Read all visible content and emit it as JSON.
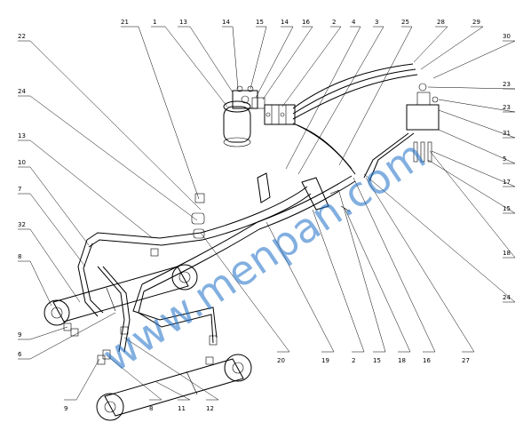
{
  "diagram": {
    "watermark": "www.menpan.com",
    "callouts": [
      {
        "id": "c-top-21",
        "text": "21"
      },
      {
        "id": "c-top-1",
        "text": "1"
      },
      {
        "id": "c-top-13",
        "text": "13"
      },
      {
        "id": "c-top-14a",
        "text": "14"
      },
      {
        "id": "c-top-15",
        "text": "15"
      },
      {
        "id": "c-top-14b",
        "text": "14"
      },
      {
        "id": "c-top-16",
        "text": "16"
      },
      {
        "id": "c-top-2",
        "text": "2"
      },
      {
        "id": "c-top-4",
        "text": "4"
      },
      {
        "id": "c-top-3",
        "text": "3"
      },
      {
        "id": "c-top-25",
        "text": "25"
      },
      {
        "id": "c-top-28",
        "text": "28"
      },
      {
        "id": "c-top-29",
        "text": "29"
      },
      {
        "id": "c-right-30",
        "text": "30"
      },
      {
        "id": "c-right-23a",
        "text": "23"
      },
      {
        "id": "c-right-23b",
        "text": "23"
      },
      {
        "id": "c-right-31",
        "text": "31"
      },
      {
        "id": "c-right-5",
        "text": "5"
      },
      {
        "id": "c-right-17",
        "text": "17"
      },
      {
        "id": "c-right-15",
        "text": "15"
      },
      {
        "id": "c-right-18",
        "text": "18"
      },
      {
        "id": "c-right-24",
        "text": "24"
      },
      {
        "id": "c-left-22",
        "text": "22"
      },
      {
        "id": "c-left-24",
        "text": "24"
      },
      {
        "id": "c-left-13",
        "text": "13"
      },
      {
        "id": "c-left-10",
        "text": "10"
      },
      {
        "id": "c-left-7",
        "text": "7"
      },
      {
        "id": "c-left-32",
        "text": "32"
      },
      {
        "id": "c-left-8",
        "text": "8"
      },
      {
        "id": "c-left-9",
        "text": "9"
      },
      {
        "id": "c-left-6",
        "text": "6"
      },
      {
        "id": "c-bot-9",
        "text": "9"
      },
      {
        "id": "c-bot-8",
        "text": "8"
      },
      {
        "id": "c-bot-11",
        "text": "11"
      },
      {
        "id": "c-bot-12",
        "text": "12"
      },
      {
        "id": "c-bot-20",
        "text": "20"
      },
      {
        "id": "c-bot-19",
        "text": "19"
      },
      {
        "id": "c-bot-2",
        "text": "2"
      },
      {
        "id": "c-bot-15",
        "text": "15"
      },
      {
        "id": "c-bot-18",
        "text": "18"
      },
      {
        "id": "c-bot-16",
        "text": "16"
      },
      {
        "id": "c-bot-27",
        "text": "27"
      }
    ]
  }
}
